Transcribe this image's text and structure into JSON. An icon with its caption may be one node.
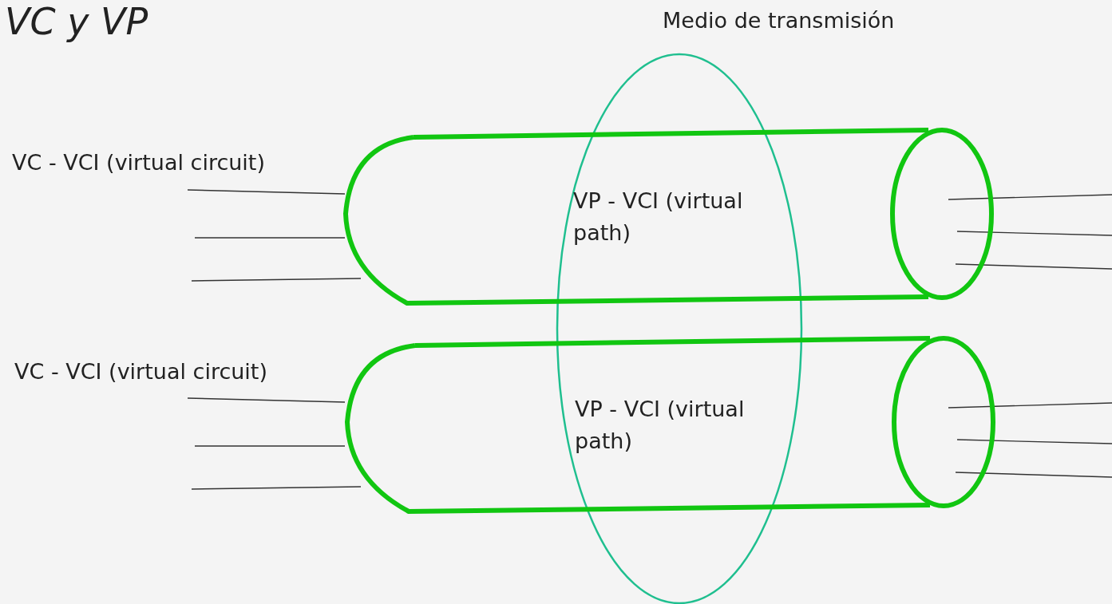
{
  "diagram": {
    "title": "VC y VP",
    "nodes": [
      {
        "text": [
          "Medio de transmisión"
        ]
      },
      {
        "text": [
          "VP - VCI (virtual path)"
        ]
      },
      {
        "text": [
          "VP - VCI (virtual path)"
        ]
      }
    ],
    "labels": [
      "VC - VCI (virtual circuit)",
      "VC - VCI (virtual circuit)"
    ]
  }
}
